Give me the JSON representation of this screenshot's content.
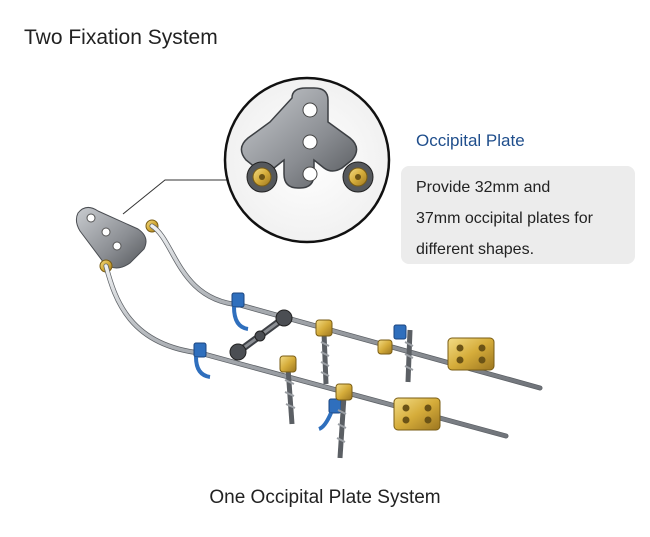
{
  "page": {
    "title": "Two Fixation System",
    "caption": "One Occipital Plate System"
  },
  "callout": {
    "title": "Occipital Plate",
    "lines": [
      "Provide 32mm and",
      "37mm occipital plates for",
      "different shapes."
    ]
  },
  "colors": {
    "title_text": "#222222",
    "callout_title": "#1f4e8c",
    "callout_box": "#ececec",
    "rod": "#b9bdc2",
    "plate": "#8a8d92",
    "screw_head": "#e6c33a",
    "clamp_blue": "#2f6fbd",
    "connector_gold": "#d9b240"
  },
  "icons": {
    "magnifier": "occipital-plate-zoom-icon",
    "implant": "spinal-fixation-system-icon"
  }
}
